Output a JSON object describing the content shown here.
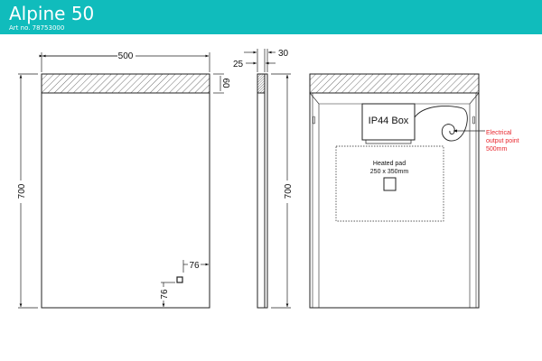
{
  "header": {
    "title": "Alpine 50",
    "art_no": "Art no. 78753000",
    "color": "#10BCBC"
  },
  "front_view": {
    "width_dim": "500",
    "height_dim": "700",
    "top_band_dim": "60",
    "switch_offset_x": "76",
    "switch_offset_y": "76"
  },
  "side_view": {
    "depth_total": "30",
    "depth_frame": "25",
    "height_dim": "700"
  },
  "rear_view": {
    "box_label": "IP44 Box",
    "pad_label": "Heated pad",
    "pad_size": "250 x 350mm",
    "electrical_label_lines": [
      "Electrical",
      "output point",
      "500mm"
    ],
    "electrical_color": "#e8262d"
  }
}
